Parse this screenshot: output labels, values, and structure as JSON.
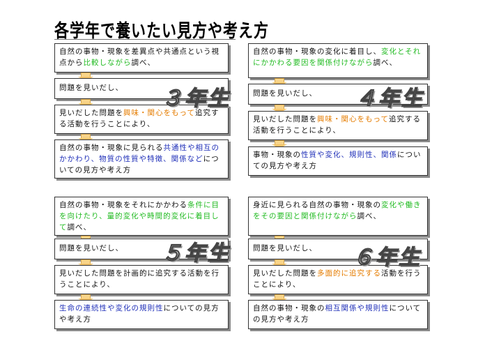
{
  "title": "各学年で養いたい見方や考え方",
  "grades": {
    "g3": "３年生",
    "g4": "４年生",
    "g5": "５年生",
    "g6": "６年生"
  },
  "g3": {
    "b1": {
      "t1": "自然の事物・現象を差異点や共通点という視点から",
      "hl": "比較しながら",
      "t2": "調べ、"
    },
    "b2": {
      "t1": "問題を見いだし、"
    },
    "b3": {
      "t1": "見いだした問題を",
      "hl": "興味・関心をもって",
      "t2": "追究する活動を行うことにより、"
    },
    "b4": {
      "t1": "自然の事物・現象に見られる",
      "hl": "共通性や相互のかかわり、物質の性質や特徴、関係など",
      "t2": "についての見方や考え方"
    }
  },
  "g4": {
    "b1": {
      "t1": "自然の事物・現象の変化に着目し、",
      "hl": "変化とそれにかかわる要因を関係付けながら",
      "t2": "調べ、"
    },
    "b2": {
      "t1": "問題を見いだし、"
    },
    "b3": {
      "t1": "見いだした問題を",
      "hl": "興味・関心をもって",
      "t2": "追究する活動を行うことにより、"
    },
    "b4": {
      "t1": "事物・現象の",
      "hl": "性質や変化、規則性、関係",
      "t2": "についての見方や考え方"
    }
  },
  "g5": {
    "b1": {
      "t1": "自然の事物・現象をそれにかかわる",
      "hl": "条件に目を向けたり、量的変化や時間的変化に着目して",
      "t2": "調べ、"
    },
    "b2": {
      "t1": "問題を見いだし、"
    },
    "b3": {
      "t1": "見いだした問題を計画的に追究する活動を行うことにより、"
    },
    "b4": {
      "hl": "生命の連続性や変化の規則性",
      "t2": "についての見方や考え方"
    }
  },
  "g6": {
    "b1": {
      "t1": "身近に見られる自然の事物・現象の",
      "hl": "変化や働きをその要因と関係付けながら",
      "t2": "調べ、"
    },
    "b2": {
      "t1": "問題を見いだし、"
    },
    "b3": {
      "t1": "見いだした問題を",
      "hl": "多面的に追究する",
      "t2": "活動を行うことにより、"
    },
    "b4": {
      "t1": "自然の事物・現象の",
      "hl": "相互関係や規則性",
      "t2": "についての見方や考え方"
    }
  },
  "colors": {
    "green": "#22bb22",
    "orange": "#e57c00",
    "blue": "#1f2fb8"
  }
}
